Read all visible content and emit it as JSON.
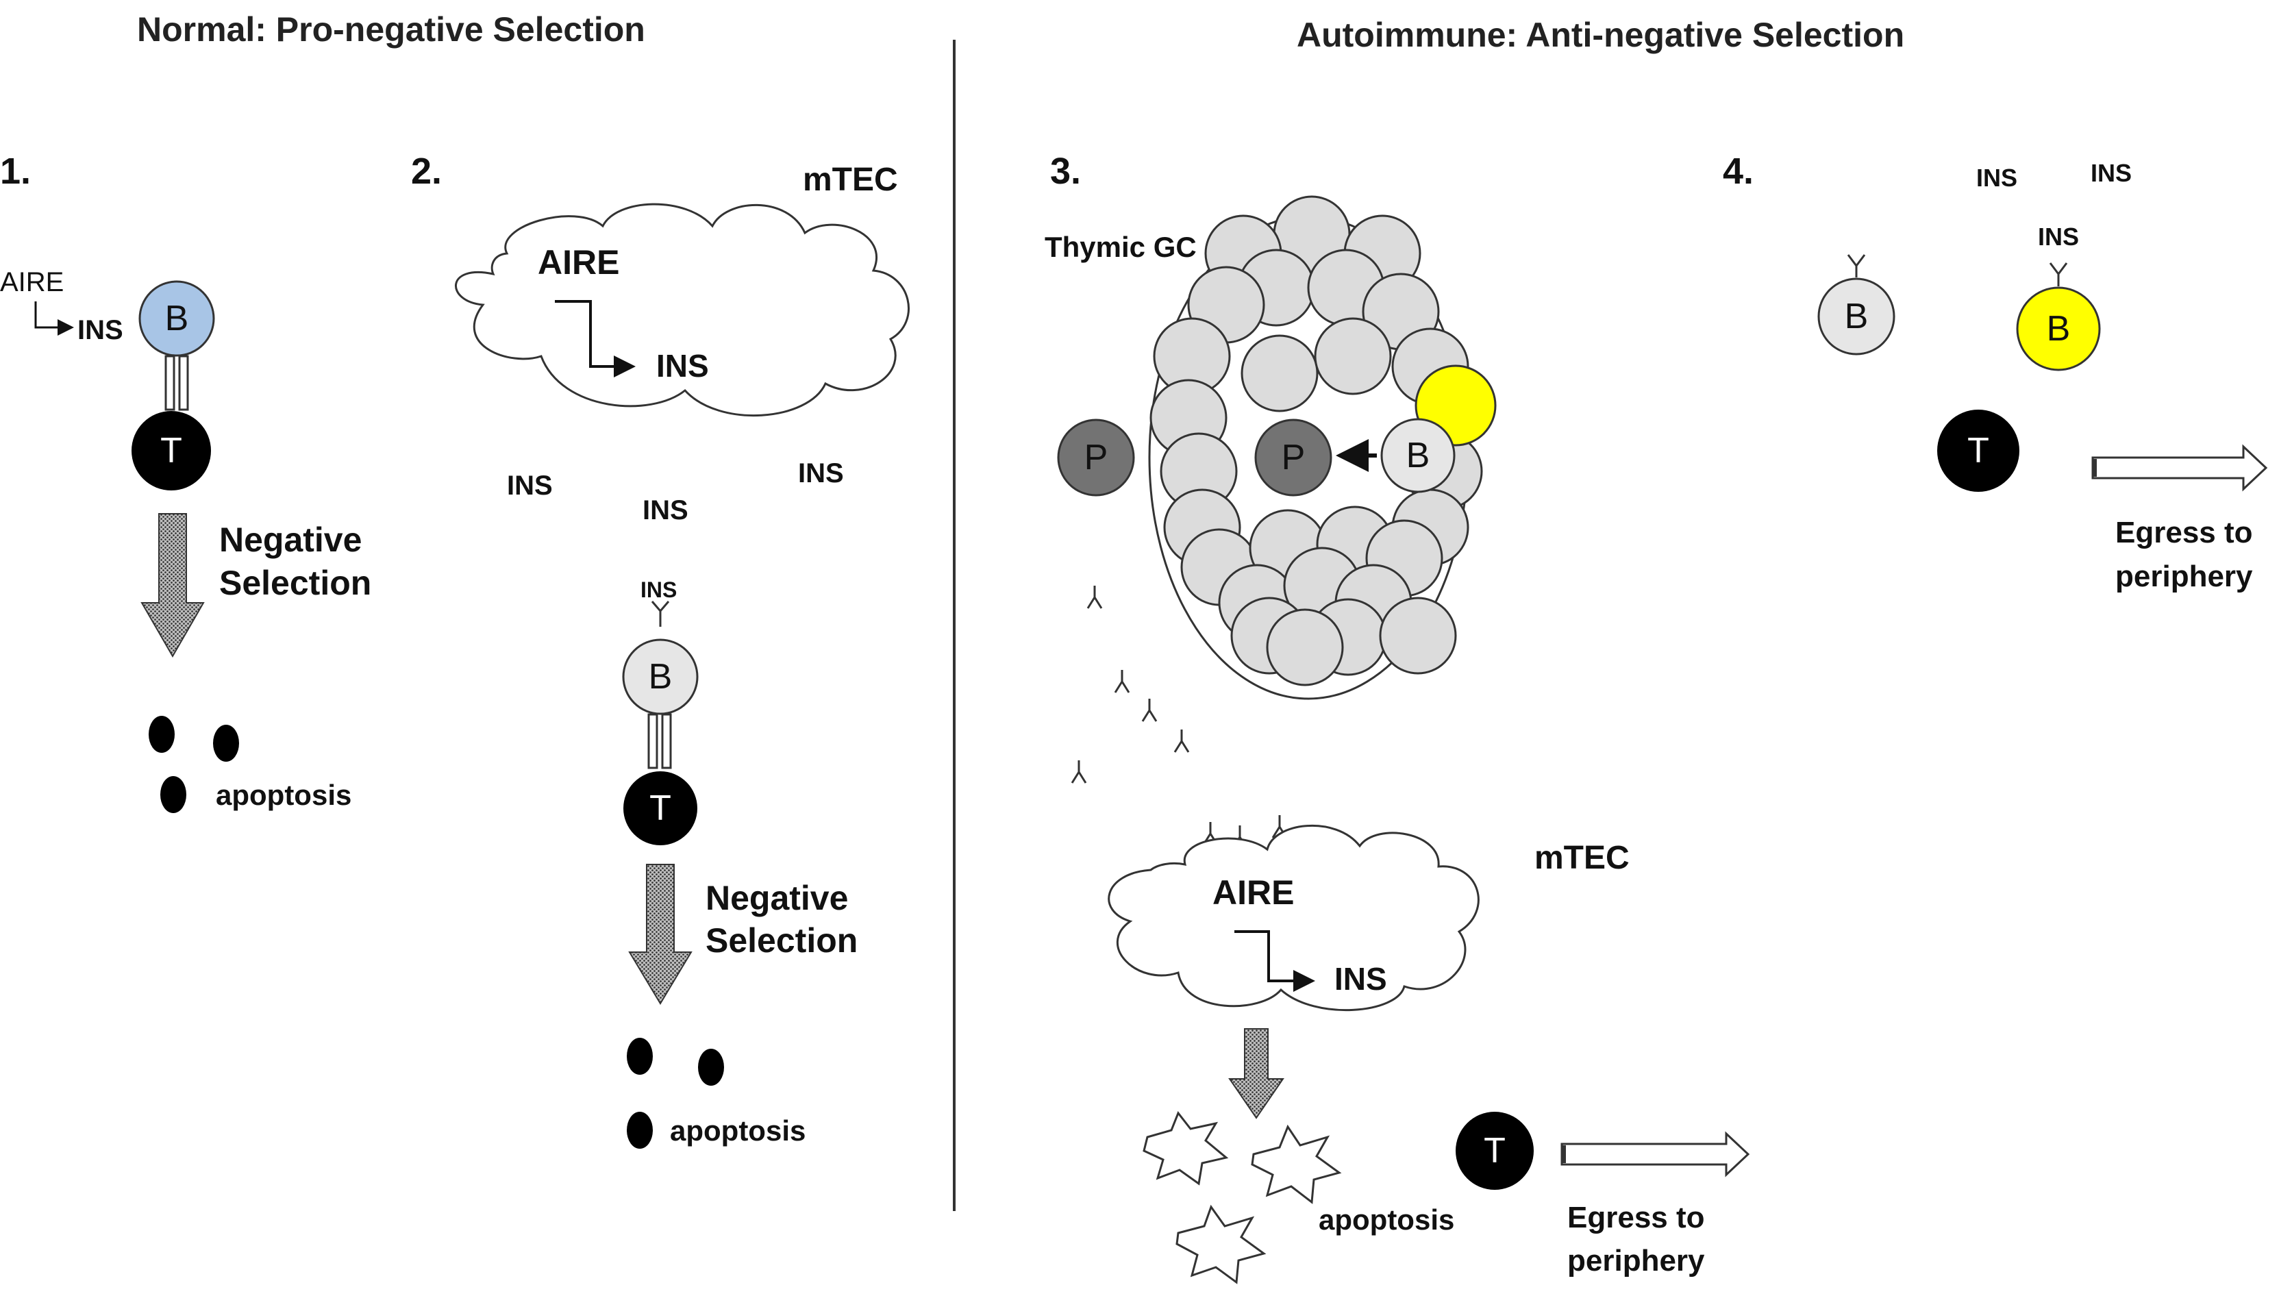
{
  "titles": {
    "normal": "Normal: Pro-negative Selection",
    "autoimmune": "Autoimmune: Anti-negative Selection"
  },
  "panel1": {
    "number": "1.",
    "aire": "AIRE",
    "ins": "INS",
    "b_cell": "B",
    "t_cell": "T",
    "selection_line1": "Negative",
    "selection_line2": "Selection",
    "apoptosis": "apoptosis"
  },
  "panel2": {
    "number": "2.",
    "mtec": "mTEC",
    "aire": "AIRE",
    "ins_in_cloud": "INS",
    "free_ins": [
      "INS",
      "INS",
      "INS"
    ],
    "receptor_ins": "INS",
    "b_cell": "B",
    "t_cell": "T",
    "selection_line1": "Negative",
    "selection_line2": "Selection",
    "apoptosis": "apoptosis"
  },
  "panel3": {
    "number": "3.",
    "thymic_gc": "Thymic GC",
    "p_outside": "P",
    "p_inside": "P",
    "b_inside": "B",
    "mtec": "mTEC",
    "aire": "AIRE",
    "ins": "INS",
    "apoptosis": "apoptosis",
    "t_cell": "T",
    "egress_line1": "Egress to",
    "egress_line2": "periphery"
  },
  "panel4": {
    "number": "4.",
    "free_ins": [
      "INS",
      "INS"
    ],
    "receptor_ins": "INS",
    "b_gray": "B",
    "b_yellow": "B",
    "t_cell": "T",
    "egress_line1": "Egress to",
    "egress_line2": "periphery"
  },
  "colors": {
    "b_cell_blue": "#A8C5E6",
    "b_cell_gray": "#E6E6E6",
    "b_cell_yellow": "#FFFF00",
    "t_cell": "#000000",
    "plasma_cell": "#737373",
    "gc_cell": "#DCDCDC",
    "divider": "#333333"
  },
  "icons": {
    "antibody": "antibody-y-icon",
    "apoptotic_cell": "starburst-icon",
    "negative_selection_arrow": "stippled-down-arrow-icon",
    "egress_arrow": "hollow-right-arrow-icon"
  }
}
